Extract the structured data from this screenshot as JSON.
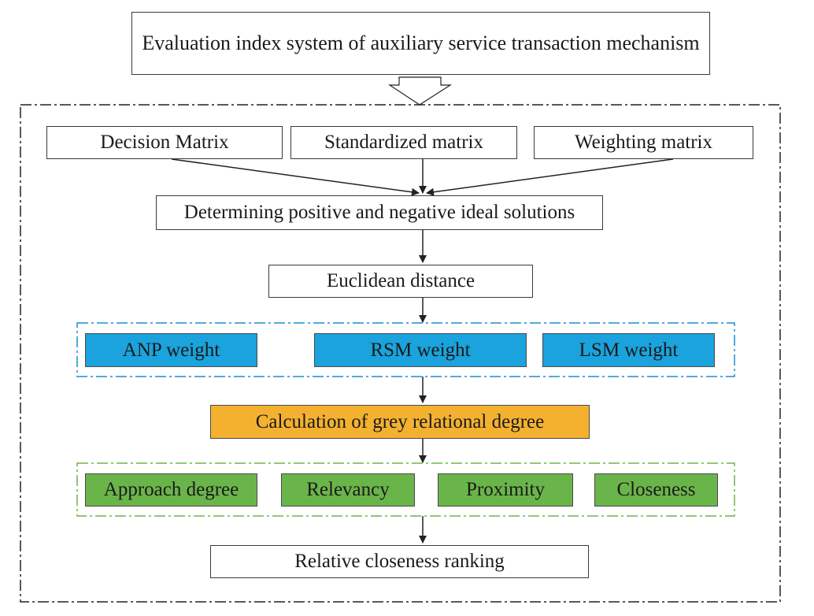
{
  "title": "Evaluation index system of auxiliary service transaction mechanism",
  "inputs": [
    "Decision Matrix",
    "Standardized matrix",
    "Weighting matrix"
  ],
  "ideal_solutions": "Determining positive and negative ideal solutions",
  "distance": "Euclidean distance",
  "weights": [
    "ANP weight",
    "RSM weight",
    "LSM weight"
  ],
  "grey": "Calculation of grey relational degree",
  "measures": [
    "Approach degree",
    "Relevancy",
    "Proximity",
    "Closeness"
  ],
  "ranking": "Relative closeness ranking",
  "colors": {
    "weights": "#1aa3dd",
    "grey": "#f4b130",
    "measures": "#6ab54a"
  }
}
